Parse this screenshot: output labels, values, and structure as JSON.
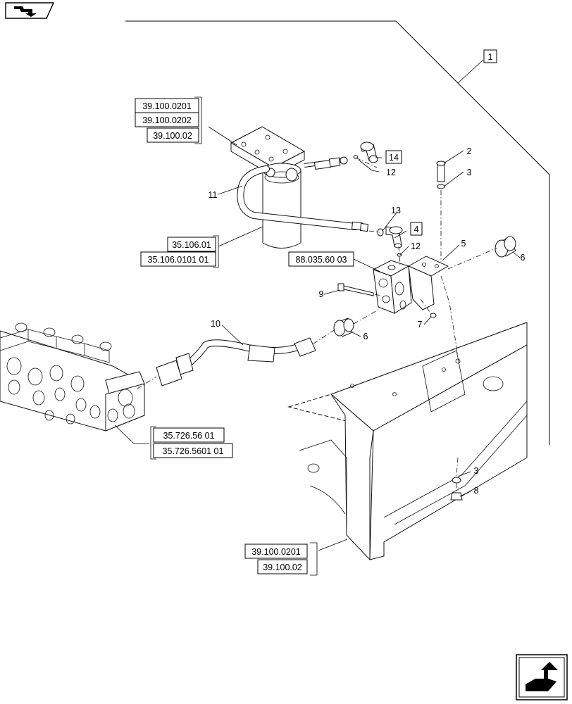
{
  "callouts": {
    "c1": "1",
    "c2": "2",
    "c3a": "3",
    "c3b": "3",
    "c4": "4",
    "c5": "5",
    "c6a": "6",
    "c6b": "6",
    "c7": "7",
    "c8": "8",
    "c9": "9",
    "c10": "10",
    "c11": "11",
    "c12a": "12",
    "c12b": "12",
    "c13": "13",
    "c14": "14"
  },
  "refs": {
    "filter_head": [
      "39.100.0201",
      "39.100.0202",
      "39.100.02"
    ],
    "filter": [
      "35.106.01",
      "35.106.0101 01"
    ],
    "valve_block": "88.035.60 03",
    "control_valve": [
      "35.726.56 01",
      "35.726.5601 01"
    ],
    "frame": [
      "39.100.0201",
      "39.100.02"
    ]
  },
  "icons": {
    "top_left": "book-arrow-icon",
    "bottom_right": "next-page-arrow-icon"
  }
}
